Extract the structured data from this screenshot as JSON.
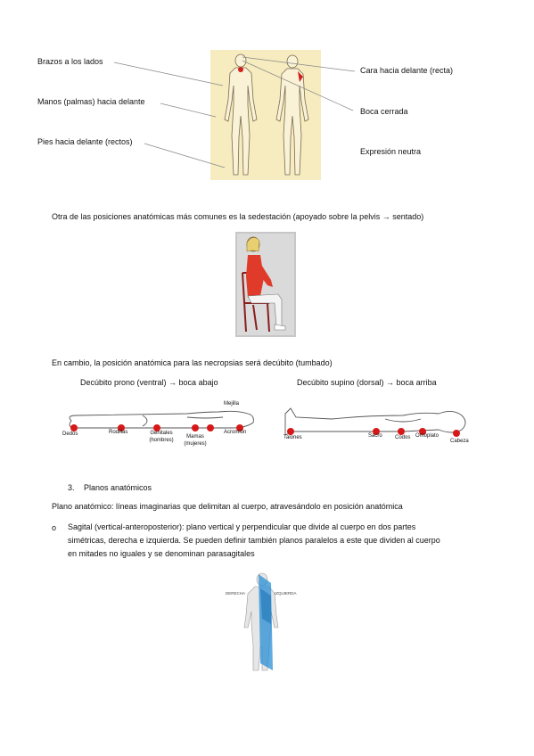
{
  "figure1": {
    "labels_left": [
      "Brazos a los lados",
      "Manos (palmas) hacia delante",
      "Pies hacia delante (rectos)"
    ],
    "labels_right": [
      "Cara hacia delante (recta)",
      "Boca cerrada",
      "Expresión neutra"
    ]
  },
  "sedestacion_text": "Otra de las posiciones anatómicas más comunes es la sedestación (apoyado sobre la pelvis → sentado)",
  "necropsia_text": "En cambio, la posición anatómica para las necropsias será decúbito (tumbado)",
  "decubito": {
    "prono": {
      "title": "Decúbito prono (ventral) → boca abajo",
      "points": [
        "Dedos",
        "Rodillas",
        "Genitales (hombres)",
        "Mamas (mujeres)",
        "Acromión",
        "Mejilla"
      ]
    },
    "supino": {
      "title": "Decúbito supino (dorsal) → boca arriba",
      "points": [
        "Talones",
        "Sacro",
        "Codos",
        "Omóplato",
        "Cabeza"
      ]
    }
  },
  "section": {
    "number": "3.",
    "title": "Planos anatómicos"
  },
  "plano_def": "Plano anatómico: líneas imaginarias que delimitan al cuerpo, atravesándolo en posición anatómica",
  "sagital": {
    "bullet": "o",
    "lines": [
      "Sagital (vertical-anteroposterior): plano vertical y perpendicular que divide al cuerpo en dos partes",
      "simétricas, derecha e izquierda. Se pueden definir también planos paralelos a este que dividen al cuerpo",
      "en mitades no iguales y se denominan parasagitales"
    ],
    "fig_left": "DERECHA",
    "fig_right": "IZQUIERDA"
  },
  "colors": {
    "skin": "#f4e7b5",
    "red_point": "#d81818",
    "plane_blue": "#2a8fd6",
    "red_shirt": "#e03a2a"
  }
}
